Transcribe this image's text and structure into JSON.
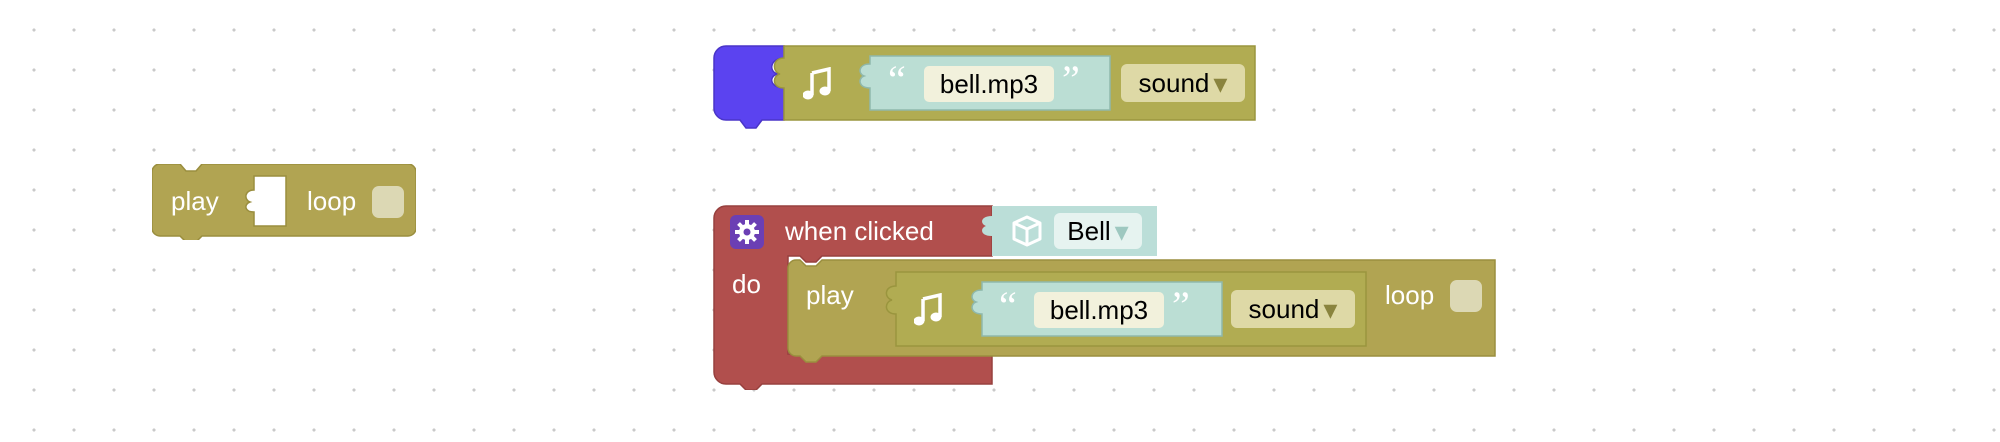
{
  "workspace": {
    "standalone_play_block": {
      "play_label": "play",
      "loop_label": "loop"
    },
    "sound_block": {
      "file_text": "bell.mp3",
      "open_quote": "“",
      "close_quote": "”",
      "dropdown_value": "sound",
      "dropdown_arrow": "▾",
      "icon": "music-note-icon"
    },
    "event_block": {
      "when_label": "when clicked",
      "do_label": "do",
      "object_value": "Bell",
      "object_arrow": "▾",
      "icon": "gear-icon",
      "object_icon": "cube-icon"
    },
    "nested_play_block": {
      "play_label": "play",
      "loop_label": "loop",
      "file_text": "bell.mp3",
      "open_quote": "“",
      "close_quote": "”",
      "dropdown_value": "sound",
      "dropdown_arrow": "▾",
      "icon": "music-note-icon"
    },
    "colors": {
      "play_block": "#b1a452",
      "sound_block": "#b1ac52",
      "text_block": "#bbded4",
      "event_block": "#b14f4d",
      "object_block": "#bbded8",
      "variable_block": "#5b43f0",
      "gear_bg": "#6b3fb4"
    }
  }
}
